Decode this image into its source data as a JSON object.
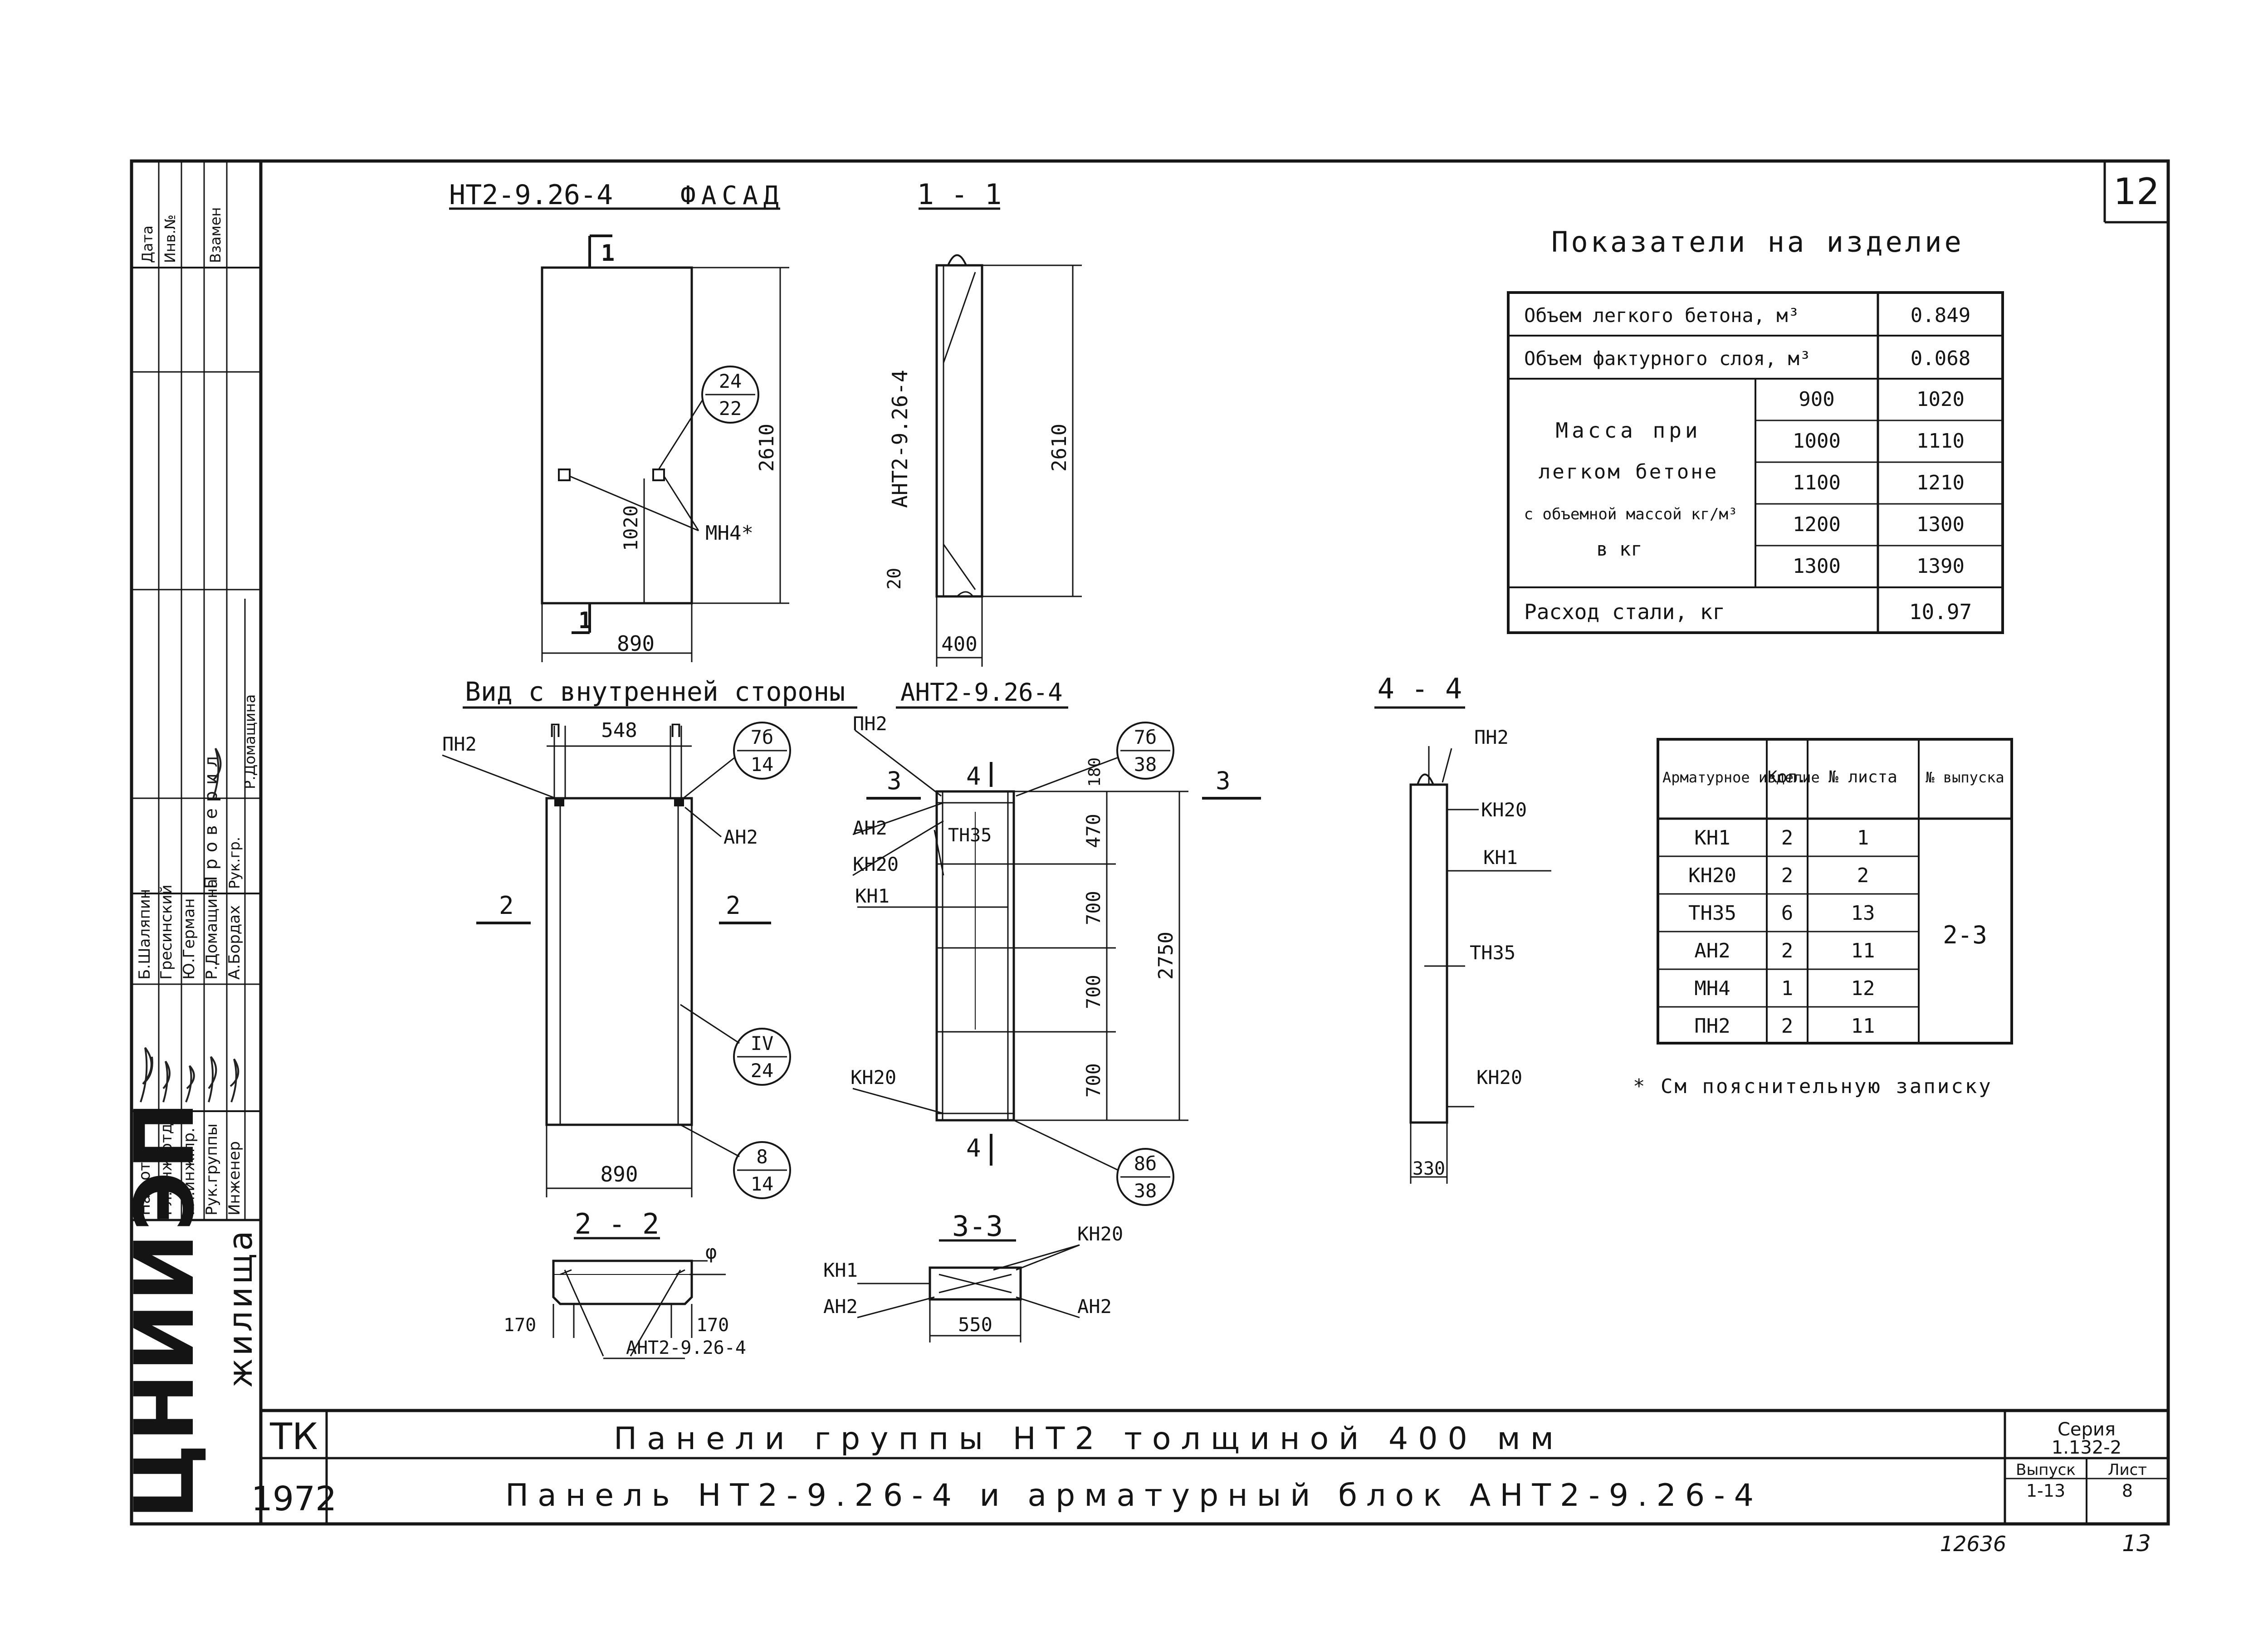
{
  "sheet_number": "12",
  "facade": {
    "title": "НТ2-9.26-4",
    "title_suffix": "ФАСАД",
    "section_mark": "1",
    "dim_height": "2610",
    "dim_1020": "1020",
    "dim_width": "890",
    "callout_top": "24",
    "callout_bottom": "22",
    "mn_label": "МН4*"
  },
  "section_1_1": {
    "title": "1 - 1",
    "block_label": "АНТ2-9.26-4",
    "dim_height": "2610",
    "dim_20": "20",
    "dim_width": "400"
  },
  "inner_view": {
    "title": "Вид с внутренней стороны",
    "pn2": "ПН2",
    "pn_left": "П",
    "pn_right": "П",
    "dim_548": "548",
    "callout1_top": "7б",
    "callout1_bottom": "14",
    "an2": "АН2",
    "mark2_left": "2",
    "mark2_right": "2",
    "callout2_top": "IV",
    "callout2_bottom": "24",
    "callout3_top": "8",
    "callout3_bottom": "14",
    "dim_width": "890"
  },
  "block_view": {
    "title": "АНТ2-9.26-4",
    "pn2": "ПН2",
    "an2": "АН2",
    "kn20_top": "КН20",
    "kn1": "КН1",
    "tn35": "ТН35",
    "kn20_bottom": "КН20",
    "mark3_left": "3",
    "mark3_right": "3",
    "mark4_top": "4",
    "mark4_bottom": "4",
    "dim_180": "180",
    "dim_470": "470",
    "dim_700a": "700",
    "dim_700b": "700",
    "dim_700c": "700",
    "dim_2750": "2750",
    "callout_top_top": "7б",
    "callout_top_bottom": "38",
    "callout_bot_top": "8б",
    "callout_bot_bottom": "38"
  },
  "section_4_4": {
    "title": "4 - 4",
    "pn2": "ПН2",
    "kn20_top": "КН20",
    "kn1": "КН1",
    "tn35": "ТН35",
    "kn20_bottom": "КН20",
    "dim_330": "330"
  },
  "section_2_2": {
    "title": "2 - 2",
    "dim_left": "170",
    "dim_right": "170",
    "label": "АНТ2-9.26-4",
    "phi": "φ"
  },
  "section_3_3": {
    "title": "3-3",
    "kn1": "КН1",
    "an2_left": "АН2",
    "an2_right": "АН2",
    "kn20": "КН20",
    "dim_550": "550"
  },
  "indicators": {
    "title": "Показатели на изделие",
    "rows": [
      {
        "label": "Объем легкого бетона, м³",
        "value": "0.849"
      },
      {
        "label": "Объем фактурного слоя, м³",
        "value": "0.068"
      }
    ],
    "mass_label_lines": [
      "Масса при",
      "легком бетоне",
      "с объемной массой кг/м³",
      "в кг"
    ],
    "mass_rows": [
      {
        "density": "900",
        "mass": "1020"
      },
      {
        "density": "1000",
        "mass": "1110"
      },
      {
        "density": "1100",
        "mass": "1210"
      },
      {
        "density": "1200",
        "mass": "1300"
      },
      {
        "density": "1300",
        "mass": "1390"
      }
    ],
    "steel": {
      "label": "Расход стали, кг",
      "value": "10.97"
    }
  },
  "reinforcement": {
    "headers": [
      "Арматурное изделие",
      "Кол.",
      "№ листа",
      "№ выпуска"
    ],
    "rows": [
      {
        "item": "КН1",
        "qty": "2",
        "sheet": "1"
      },
      {
        "item": "КН20",
        "qty": "2",
        "sheet": "2"
      },
      {
        "item": "ТН35",
        "qty": "6",
        "sheet": "13"
      },
      {
        "item": "АН2",
        "qty": "2",
        "sheet": "11"
      },
      {
        "item": "МН4",
        "qty": "1",
        "sheet": "12"
      },
      {
        "item": "ПН2",
        "qty": "2",
        "sheet": "11"
      }
    ],
    "release": "2-3",
    "footnote": "* См пояснительную записку"
  },
  "title_block": {
    "org": "ЦНИИЭП",
    "org_sub": "жилища",
    "code": "ТК",
    "year": "1972",
    "line1": "Панели группы НТ2 толщиной 400 мм",
    "line2": "Панель НТ2-9.26-4 и арматурный блок АНТ2-9.26-4",
    "series_label": "Серия",
    "series_value": "1.132-2",
    "issue_label": "Выпуск",
    "issue_value": "1-13",
    "sheet_label": "Лист",
    "sheet_value": "8",
    "stamp": "12636",
    "page": "13"
  },
  "side_stamp": {
    "top_labels": [
      "Дата",
      "Инв.№",
      "Взамен"
    ],
    "roles": [
      "Нач.отд.",
      "Гл.инж.отд.",
      "Гл.инж.пр.",
      "Рук.группы",
      "Инженер"
    ],
    "names": [
      "Б.Шаляпин",
      "Гресинский",
      "Ю.Герман",
      "Р.Домащина",
      "А.Бордах"
    ],
    "check_label": "Проверил",
    "check_role": "Рук.гр.",
    "check_name": "Р.Домащина"
  }
}
